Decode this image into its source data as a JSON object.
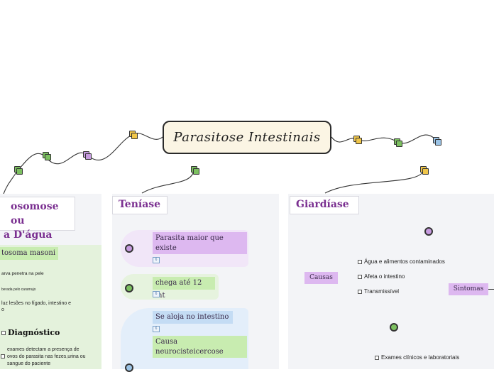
{
  "central": {
    "title": "Parasitose Intestinais"
  },
  "panels": {
    "left": {
      "title": "...osomose ou\n...ra D'água",
      "title_line1": "osomose ou",
      "title_line2": "a D'água",
      "sub_title": "tosoma masoni",
      "items": [
        "arva penetra na pele",
        "berada pelo caramujo",
        "luz lesões no fígado, intestino e",
        "o"
      ],
      "diag_label": "Diagnóstico",
      "diag_text1": "exames detectam a presença de",
      "diag_text2": "ovos do parasita nas fezes,urina ou",
      "diag_text3": "sangue do paciente"
    },
    "middle": {
      "title": "Teníase",
      "nodes": [
        {
          "line1": "Parasita maior que",
          "line2": "existe"
        },
        {
          "line1": "chega até 12 mt"
        },
        {
          "line1": "Se aloja no intestino"
        },
        {
          "line1": "Causa",
          "line2": "neurocisteicercose"
        }
      ],
      "badge": "6"
    },
    "right": {
      "title": "Giardíase",
      "causas": "Causas",
      "sintomas": "Sintomas",
      "causa_items": [
        "Água e alimentos contaminados",
        "Afeta o intestino",
        "Transmissível"
      ],
      "exam_item": "Exames clínicos e laboratoriais"
    }
  },
  "colors": {
    "purple": "#c79be0",
    "green": "#7cc060",
    "yellow": "#f0c64a",
    "blue": "#9cc4e6",
    "panel_bg": "#f3f4f7",
    "title_text": "#7a2f90"
  }
}
